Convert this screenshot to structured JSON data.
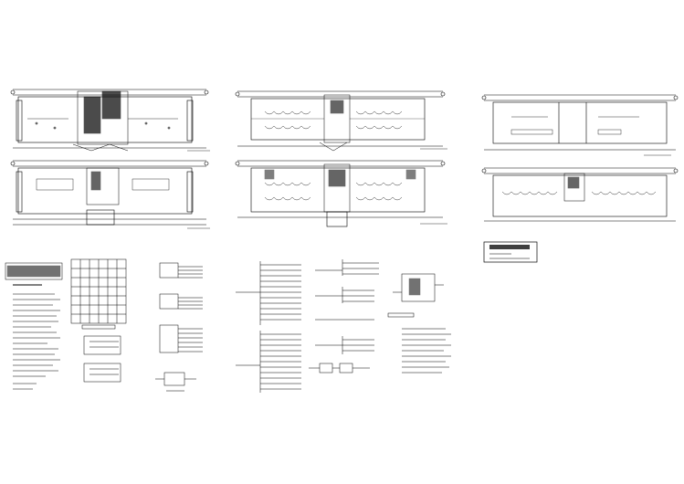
{
  "sheet": {
    "background": "#ffffff",
    "ink_color": "#000000",
    "title_block": {
      "heading": "",
      "lines": []
    }
  },
  "panels": [
    {
      "id": "plan-left-upper",
      "kind": "floor-plan"
    },
    {
      "id": "plan-left-lower",
      "kind": "floor-plan"
    },
    {
      "id": "plan-mid-upper",
      "kind": "floor-plan"
    },
    {
      "id": "plan-mid-lower",
      "kind": "floor-plan"
    },
    {
      "id": "plan-right-upper",
      "kind": "floor-plan"
    },
    {
      "id": "plan-right-lower",
      "kind": "floor-plan"
    },
    {
      "id": "notes-and-tables",
      "kind": "design-notes"
    },
    {
      "id": "distribution-diagrams-left",
      "kind": "single-line-diagram"
    },
    {
      "id": "distribution-diagrams-mid",
      "kind": "single-line-diagram"
    },
    {
      "id": "legend-right",
      "kind": "legend"
    }
  ]
}
